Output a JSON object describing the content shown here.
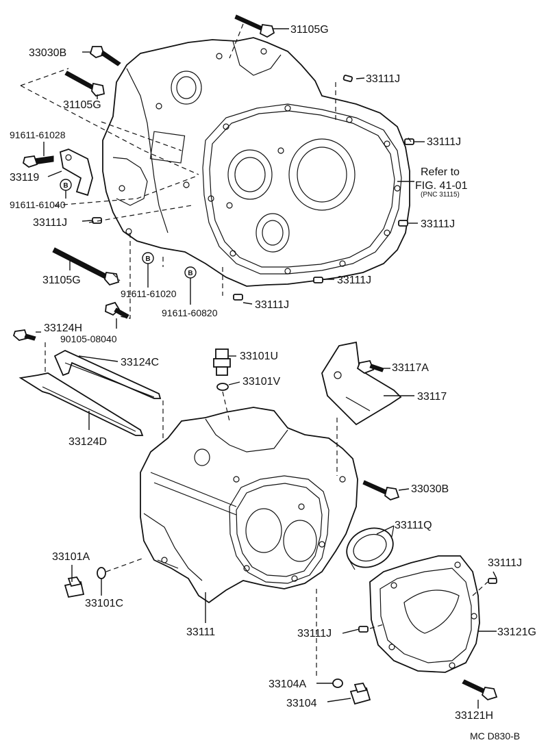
{
  "diagram": {
    "labels": {
      "l_31105G_a": "31105G",
      "l_33030B_a": "33030B",
      "l_33111J_a": "33111J",
      "l_31105G_b": "31105G",
      "l_91611_61028": "91611-61028",
      "l_33111J_b": "33111J",
      "l_33119": "33119",
      "l_91611_61040": "91611-61040",
      "l_33111J_c": "33111J",
      "l_33111J_d": "33111J",
      "l_31105G_c": "31105G",
      "l_33111J_e": "33111J",
      "l_91611_61020": "91611-61020",
      "l_91611_60820": "91611-60820",
      "l_33111J_f": "33111J",
      "l_33124H": "33124H",
      "l_90105_08040": "90105-08040",
      "l_33101U": "33101U",
      "l_33124C": "33124C",
      "l_33117A": "33117A",
      "l_33101V": "33101V",
      "l_33117": "33117",
      "l_33124D": "33124D",
      "l_33030B_b": "33030B",
      "l_33111Q": "33111Q",
      "l_33101A": "33101A",
      "l_33111J_g": "33111J",
      "l_33101C": "33101C",
      "l_33111": "33111",
      "l_33111J_h": "33111J",
      "l_33121G": "33121G",
      "l_33104A": "33104A",
      "l_33104": "33104",
      "l_33121H": "33121H"
    },
    "refer": {
      "line1": "Refer to",
      "line2": "FIG. 41-01",
      "line3": "(PNC 31115)"
    },
    "bolt_marker": "B",
    "figure_code": "MC D830-B"
  }
}
